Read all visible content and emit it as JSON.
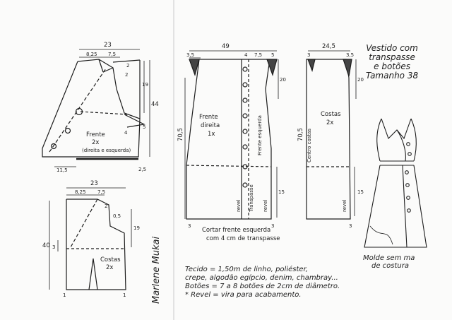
{
  "title": {
    "line1": "Vestido com",
    "line2": "transpasse",
    "line3": "e botões",
    "line4": "Tamanho 38"
  },
  "front_bodice": {
    "width_top": "23",
    "seg1": "8,25",
    "seg2": "7,5",
    "dim_2a": "2",
    "dim_2b": "2",
    "dim_19": "19",
    "dim_44": "44",
    "dim_4": "4",
    "dim_5": "5",
    "dim_2_5": "2,5",
    "dim_11_5": "11,5",
    "label": "Frente",
    "qty": "2x",
    "note": "(direita e esquerda)"
  },
  "back_bodice": {
    "width_top": "23",
    "seg1": "8,25",
    "seg2": "7,5",
    "dim_2": "2",
    "dim_0_5": "0,5",
    "dim_19": "19",
    "dim_40": "40",
    "dim_3": "3",
    "dim_1a": "1",
    "dim_1b": "1",
    "label": "Costas",
    "qty": "2x"
  },
  "front_skirt": {
    "width_top": "49",
    "dim_3_5": "3,5",
    "dim_4": "4",
    "dim_7_5": "7,5",
    "dim_5": "5",
    "dim_20": "20",
    "dim_70_5": "70,5",
    "dim_15": "15",
    "dim_3a": "3",
    "dim_3b": "3",
    "label": "Frente",
    "label2": "direita",
    "qty": "1x",
    "left_side": "Frente esquerda",
    "transpasse": "Transpasse",
    "revel1": "revel",
    "revel2": "revel",
    "cut_note1": "Cortar frente esquerda",
    "cut_note2": "com 4 cm de transpasse"
  },
  "back_skirt": {
    "width_top": "24,5",
    "dim_3": "3",
    "dim_3_5": "3,5",
    "dim_20": "20",
    "dim_70_5": "70,5",
    "dim_15": "15",
    "label": "Costas",
    "qty": "2x",
    "center_back": "Centro costas",
    "revel": "revel",
    "dim_3b": "3"
  },
  "signature": "Marlene Mukai",
  "mold_note": {
    "line1": "Molde sem ma",
    "line2": "de costura"
  },
  "notes": {
    "fabric1": "Tecido = 1,50m de linho, poliéster,",
    "fabric2": "crepe, algodão egípcio, denim, chambray...",
    "buttons": "Botões = 7 a 8 botões de 2cm de diâmetro.",
    "facing": "* Revel = vira para acabamento."
  }
}
